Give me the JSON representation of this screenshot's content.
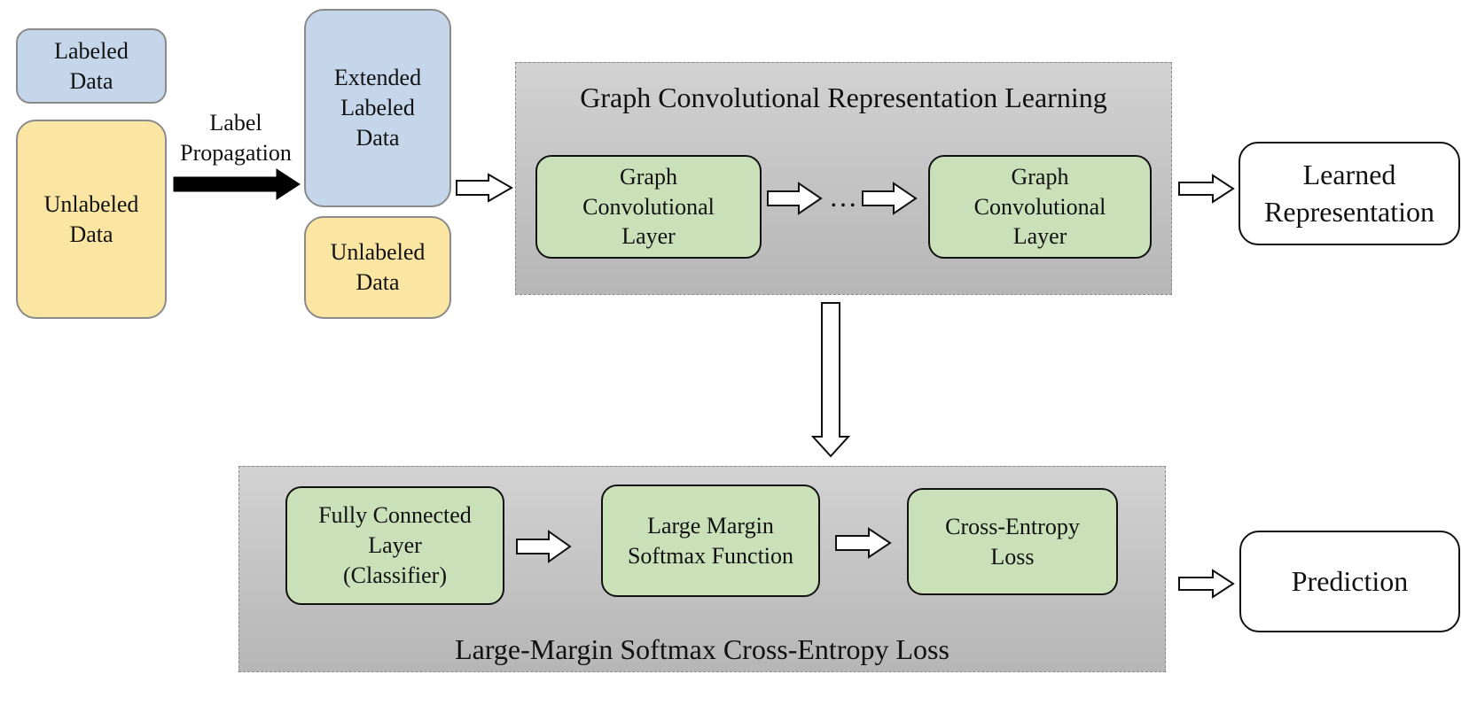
{
  "inputs": {
    "labeled": "Labeled\nData",
    "unlabeled": "Unlabeled\nData",
    "propagation_label": "Label\nPropagation"
  },
  "extended": {
    "extended_labeled": "Extended\nLabeled\nData",
    "unlabeled": "Unlabeled\nData"
  },
  "gcn_panel": {
    "title": "Graph Convolutional Representation Learning",
    "layer1": "Graph\nConvolutional\nLayer",
    "ellipsis": "…",
    "layer2": "Graph\nConvolutional\nLayer"
  },
  "learned": "Learned\nRepresentation",
  "loss_panel": {
    "title": "Large-Margin Softmax Cross-Entropy Loss",
    "fc": "Fully Connected\nLayer\n(Classifier)",
    "softmax": "Large Margin\nSoftmax Function",
    "ce": "Cross-Entropy\nLoss"
  },
  "prediction": "Prediction",
  "colors": {
    "labeled_fill": "#c5d5ea",
    "unlabeled_fill": "#fbe5a2",
    "layer_fill": "#c9e0b8",
    "panel_fill": "#c4c4c4"
  }
}
